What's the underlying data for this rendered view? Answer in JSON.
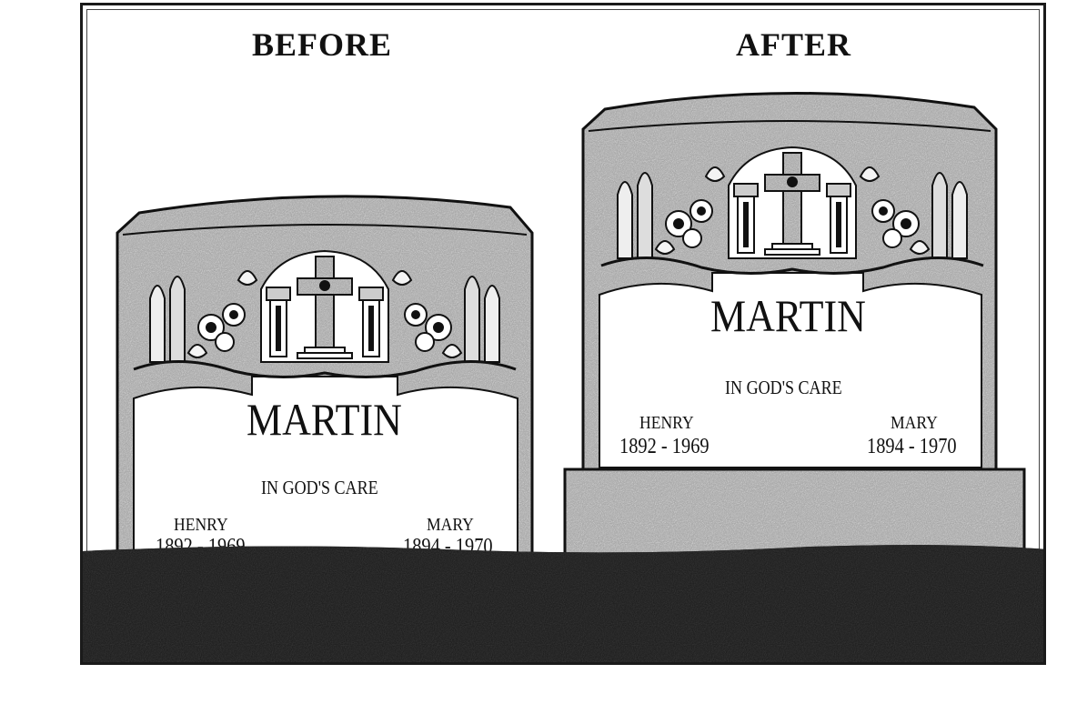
{
  "labels": {
    "before": "BEFORE",
    "after": "AFTER"
  },
  "before_stone": {
    "family_name": "MARTIN",
    "epitaph": "IN GOD'S CARE",
    "left_name": "HENRY",
    "left_years": "1892 - 1969",
    "right_name": "MARY",
    "right_years": "1894 - 1970"
  },
  "after_stone": {
    "family_name": "MARTIN",
    "epitaph": "IN GOD'S CARE",
    "left_name": "HENRY",
    "left_years": "1892 - 1969",
    "right_name": "MARY",
    "right_years": "1894 - 1970"
  },
  "colors": {
    "granite": "#9a9a9a",
    "granite_dark": "#5e5e5e",
    "outline": "#1a1a1a",
    "ground": "#161616",
    "paper": "#ffffff"
  },
  "icons": [
    "cross-icon",
    "column-icon",
    "flower-icon",
    "gothic-arch-icon",
    "leaf-icon"
  ]
}
